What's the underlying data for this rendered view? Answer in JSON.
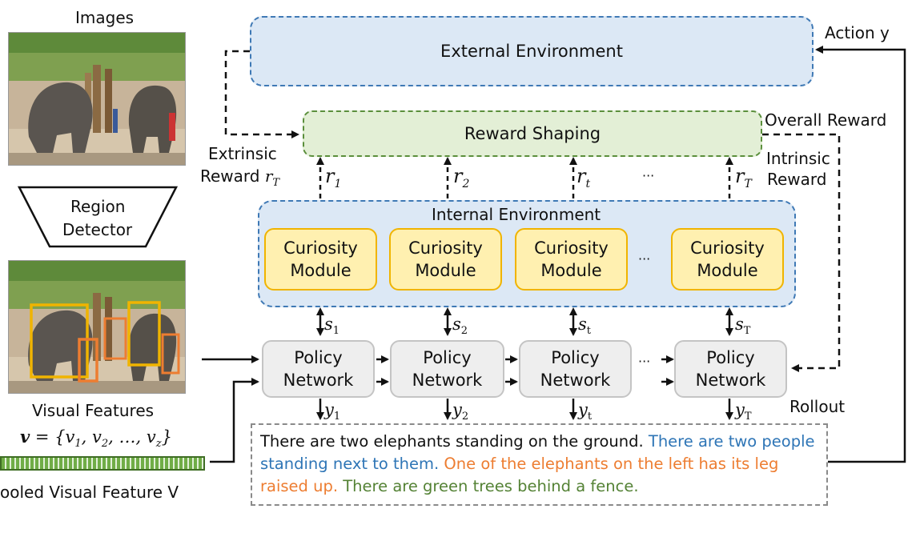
{
  "labels": {
    "images": "Images",
    "region_detector_l1": "Region",
    "region_detector_l2": "Detector",
    "visual_features": "Visual Features",
    "visual_features_math": "v = {v1, v2, …, vz}",
    "pooled_visual_feature": "ooled Visual Feature V",
    "external_environment": "External Environment",
    "action": "Action y",
    "reward_shaping": "Reward Shaping",
    "overall_reward": "Overall Reward",
    "extrinsic_l1": "Extrinsic",
    "extrinsic_l2": "Reward",
    "intrinsic_l1": "Intrinsic",
    "intrinsic_l2": "Reward",
    "internal_environment": "Internal Environment",
    "curiosity_l1": "Curiosity",
    "curiosity_l2": "Module",
    "policy_l1": "Policy",
    "policy_l2": "Network",
    "rollout": "Rollout",
    "ellipsis": "···"
  },
  "reward_subscripts": [
    "1",
    "2",
    "t",
    "T"
  ],
  "state_subscripts": [
    "1",
    "2",
    "t",
    "T"
  ],
  "output_subscripts": [
    "1",
    "2",
    "t",
    "T"
  ],
  "caption": {
    "s1": "There are two elephants standing on the ground. ",
    "s2": "There are two people standing next to them. ",
    "s3": "One of the elephants on the left has its leg raised up. ",
    "s4": "There are green trees behind a fence."
  },
  "colors": {
    "external_fill": "#dce8f5",
    "external_border": "#3f79b5",
    "reward_fill": "#e3efd6",
    "reward_border": "#5b8f3c",
    "curiosity_fill": "#fff0b0",
    "curiosity_border": "#f0b400",
    "policy_fill": "#eeeeee",
    "caption_blue": "#2e75b6",
    "caption_orange": "#ed7d31",
    "caption_green": "#548235",
    "pooled_bar": "#70ad47"
  }
}
